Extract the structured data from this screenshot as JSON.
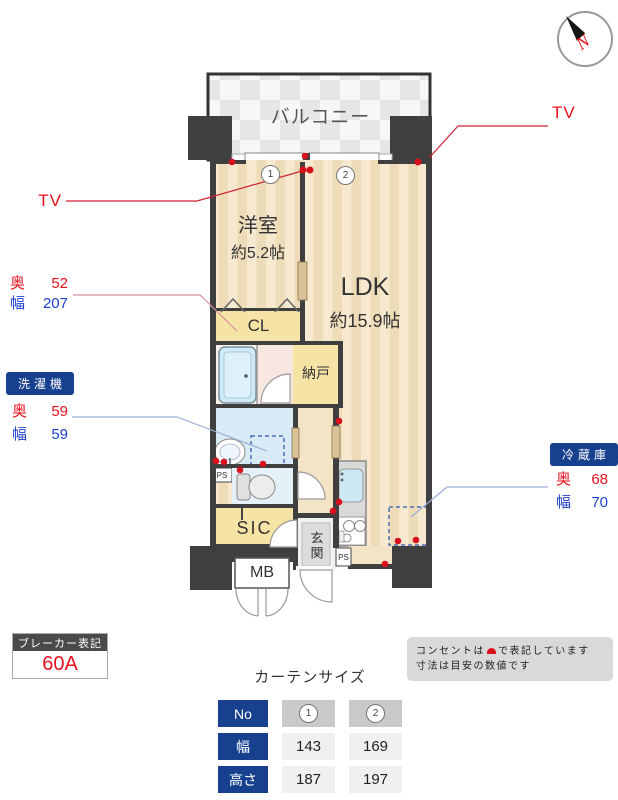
{
  "colors": {
    "navy": "#17418f",
    "red": "#e8101c",
    "blue": "#1c3fd0",
    "wall": "#3f3f3f",
    "leader_red": "#cc2233",
    "leader_blue": "#9ab0d6"
  },
  "compass": {
    "label": "N"
  },
  "plan": {
    "balcony": "バルコニー",
    "windows": [
      {
        "no": "1"
      },
      {
        "no": "2"
      }
    ],
    "tv_left": "TV",
    "tv_right": "TV",
    "rooms": {
      "western": {
        "name": "洋室",
        "size": "約5.2帖"
      },
      "ldk": {
        "name": "LDK",
        "size": "約15.9帖"
      },
      "cl": "CL",
      "storage": "納戸",
      "sic": "SIC",
      "entrance": "玄関",
      "mb": "MB",
      "ps_upper": "PS",
      "ps_lower": "PS"
    }
  },
  "labels": {
    "closet": {
      "depth_label": "奥",
      "depth": "52",
      "width_label": "幅",
      "width": "207"
    },
    "washer": {
      "title": "洗濯機",
      "depth_label": "奥",
      "depth": "59",
      "width_label": "幅",
      "width": "59"
    },
    "fridge": {
      "title": "冷蔵庫",
      "depth_label": "奥",
      "depth": "68",
      "width_label": "幅",
      "width": "70"
    }
  },
  "breaker": {
    "title": "ブレーカー表記",
    "value": "60A"
  },
  "note": {
    "line1_pre": "コンセントは",
    "line1_post": "で表記しています",
    "line2": "寸法は目安の数値です"
  },
  "curtain": {
    "title": "カーテンサイズ",
    "no_label": "No",
    "col1": "1",
    "col2": "2",
    "rows": [
      {
        "label": "幅",
        "v1": "143",
        "v2": "169"
      },
      {
        "label": "高さ",
        "v1": "187",
        "v2": "197"
      }
    ]
  }
}
